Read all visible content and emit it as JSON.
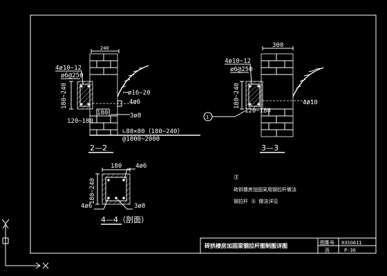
{
  "section_2_2": {
    "label": "2—2",
    "top_dim": "240",
    "rebar_top": "4ø10~12",
    "stirrup": "ø6@250",
    "side_dim": "180~240",
    "bottom_dim1": "180",
    "bottom_dim2": "120~180",
    "anchor": "ø16~20",
    "bottom_bars": "4ø6",
    "tie": "3ø8",
    "steel_angle": "∟80×80（180~240）",
    "spacing": "@1000~2000"
  },
  "section_3_3": {
    "label": "3—3",
    "top_dim": "300",
    "rebar_top": "4ø10~12",
    "stirrup": "ø6@250",
    "side_dim": "180~240",
    "sub_dim": "120~180",
    "anchor": "4ø10",
    "callout_number": "1"
  },
  "section_4_4": {
    "label": "4—4（剖面）",
    "top_dim": "180",
    "side_dim": "180~240",
    "top_bars": "4ø6",
    "bottom_bars_left": "4ø6",
    "bottom_bars_right": "3ø8"
  },
  "notes": {
    "title": "注",
    "line1": "砖拱楼房加固采用钢拉杆做法",
    "line2": "钢拉杆 ⑧ 做法详见"
  },
  "title_block": {
    "drawing_title": "砖拱楼房加固梁钢拉杆图制图详图",
    "atlas_label": "图集号",
    "atlas_value": "03SG611",
    "page_label": "页",
    "page_value": "P-36"
  }
}
